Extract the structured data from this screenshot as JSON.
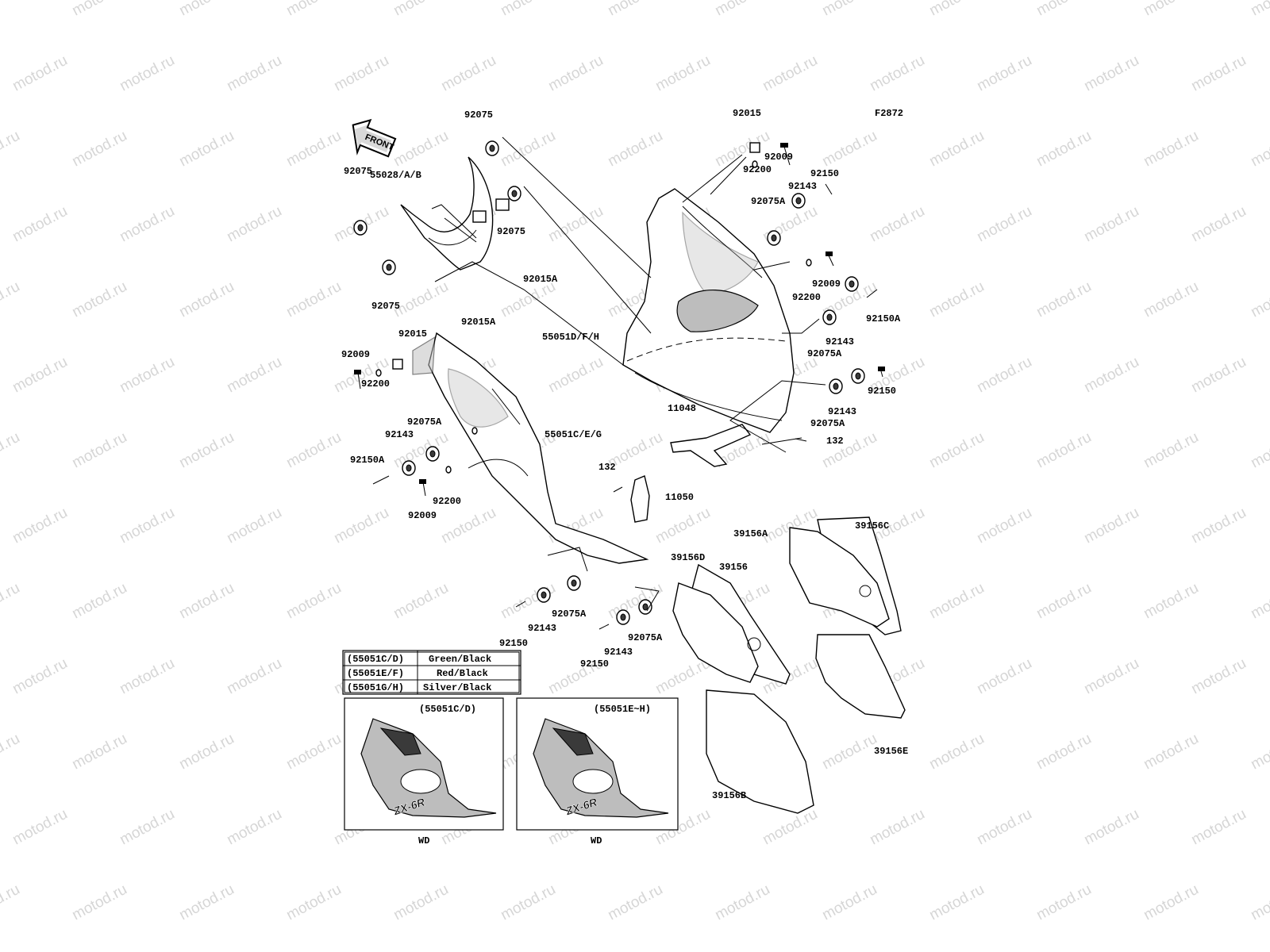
{
  "figure_code": "F2872",
  "front_label": "FRONT",
  "watermark": "motod.ru",
  "parts": [
    {
      "id": "p01",
      "label": "92075"
    },
    {
      "id": "p02",
      "label": "55028/A/B"
    },
    {
      "id": "p03",
      "label": "92075"
    },
    {
      "id": "p04",
      "label": "92075"
    },
    {
      "id": "p05",
      "label": "92075"
    },
    {
      "id": "p06",
      "label": "92015A"
    },
    {
      "id": "p07",
      "label": "92015A"
    },
    {
      "id": "p08",
      "label": "92015"
    },
    {
      "id": "p09",
      "label": "92009"
    },
    {
      "id": "p10",
      "label": "92200"
    },
    {
      "id": "p11",
      "label": "92075A"
    },
    {
      "id": "p12",
      "label": "92143"
    },
    {
      "id": "p13",
      "label": "92150A"
    },
    {
      "id": "p14",
      "label": "92009"
    },
    {
      "id": "p15",
      "label": "92200"
    },
    {
      "id": "p16",
      "label": "55051C/E/G"
    },
    {
      "id": "p17",
      "label": "55051D/F/H"
    },
    {
      "id": "p18",
      "label": "92015"
    },
    {
      "id": "p19",
      "label": "92009"
    },
    {
      "id": "p20",
      "label": "92200"
    },
    {
      "id": "p21",
      "label": "92150"
    },
    {
      "id": "p22",
      "label": "92143"
    },
    {
      "id": "p23",
      "label": "92075A"
    },
    {
      "id": "p24",
      "label": "92009"
    },
    {
      "id": "p25",
      "label": "92200"
    },
    {
      "id": "p26",
      "label": "92150A"
    },
    {
      "id": "p27",
      "label": "92143"
    },
    {
      "id": "p28",
      "label": "92075A"
    },
    {
      "id": "p29",
      "label": "92150"
    },
    {
      "id": "p30",
      "label": "92143"
    },
    {
      "id": "p31",
      "label": "92075A"
    },
    {
      "id": "p32",
      "label": "11048"
    },
    {
      "id": "p33",
      "label": "132"
    },
    {
      "id": "p34",
      "label": "132"
    },
    {
      "id": "p35",
      "label": "11050"
    },
    {
      "id": "p36",
      "label": "92075A"
    },
    {
      "id": "p37",
      "label": "92143"
    },
    {
      "id": "p38",
      "label": "92150"
    },
    {
      "id": "p39",
      "label": "92075A"
    },
    {
      "id": "p40",
      "label": "92143"
    },
    {
      "id": "p41",
      "label": "92150"
    },
    {
      "id": "p42",
      "label": "39156A"
    },
    {
      "id": "p43",
      "label": "39156C"
    },
    {
      "id": "p44",
      "label": "39156D"
    },
    {
      "id": "p45",
      "label": "39156"
    },
    {
      "id": "p46",
      "label": "39156E"
    },
    {
      "id": "p47",
      "label": "39156B"
    }
  ],
  "color_table": [
    {
      "code": "(55051C/D)",
      "color": "Green/Black"
    },
    {
      "code": "(55051E/F)",
      "color": "Red/Black"
    },
    {
      "code": "(55051G/H)",
      "color": "Silver/Black"
    }
  ],
  "insets": [
    {
      "title": "(55051C/D)",
      "caption": "WD"
    },
    {
      "title": "(55051E~H)",
      "caption": "WD"
    }
  ]
}
